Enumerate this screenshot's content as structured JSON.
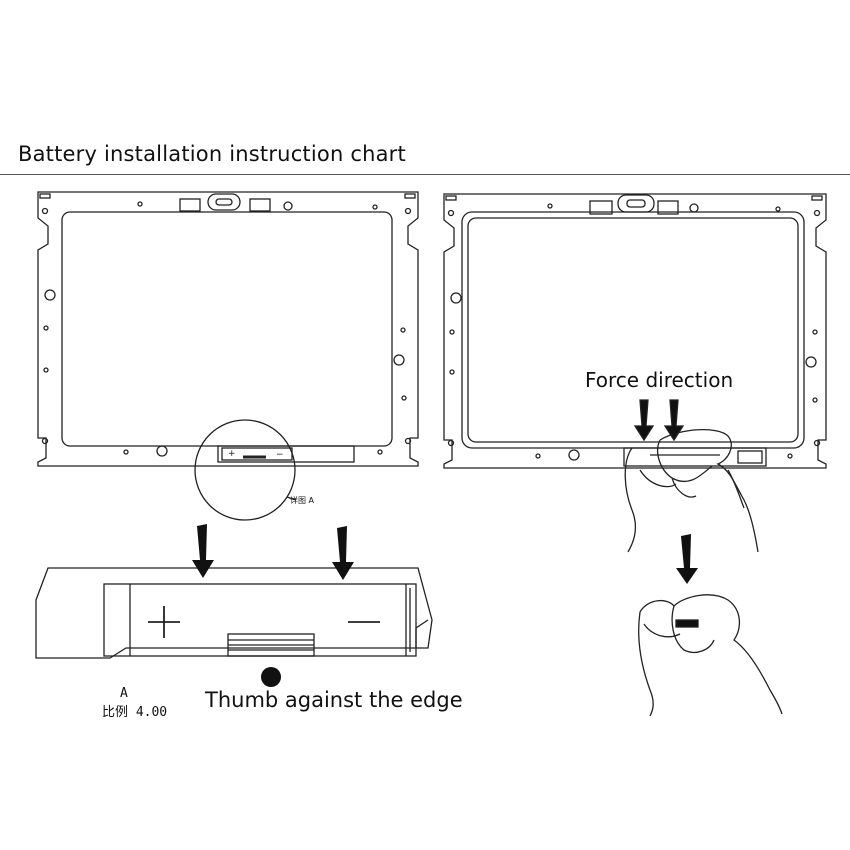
{
  "title": "Battery installation instruction chart",
  "labels": {
    "force_direction": "Force direction",
    "thumb_edge": "Thumb against the edge",
    "detail_tag": "详图 A",
    "detail_ref": "A",
    "scale_line": "比例 4.00"
  },
  "battery_signs": {
    "plus": "+",
    "minus": "−"
  }
}
